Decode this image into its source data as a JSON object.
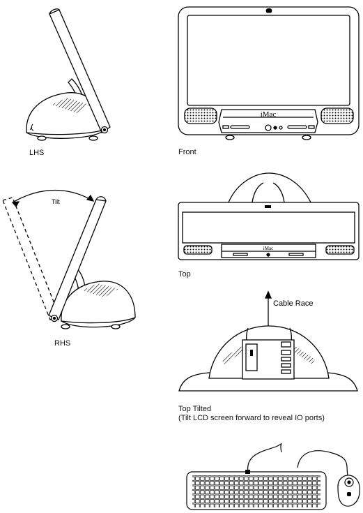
{
  "views": {
    "lhs": {
      "label": "LHS"
    },
    "rhs": {
      "label": "RHS"
    },
    "front": {
      "label": "Front"
    },
    "top": {
      "label": "Top"
    },
    "top_tilted": {
      "label": "Top Tilted",
      "note": "(Tilt LCD screen forward to reveal IO ports)"
    }
  },
  "annotations": {
    "tilt": "Tilt",
    "cable_race": "Cable Race"
  },
  "brand": {
    "front": "iMac",
    "top": "iMac"
  }
}
